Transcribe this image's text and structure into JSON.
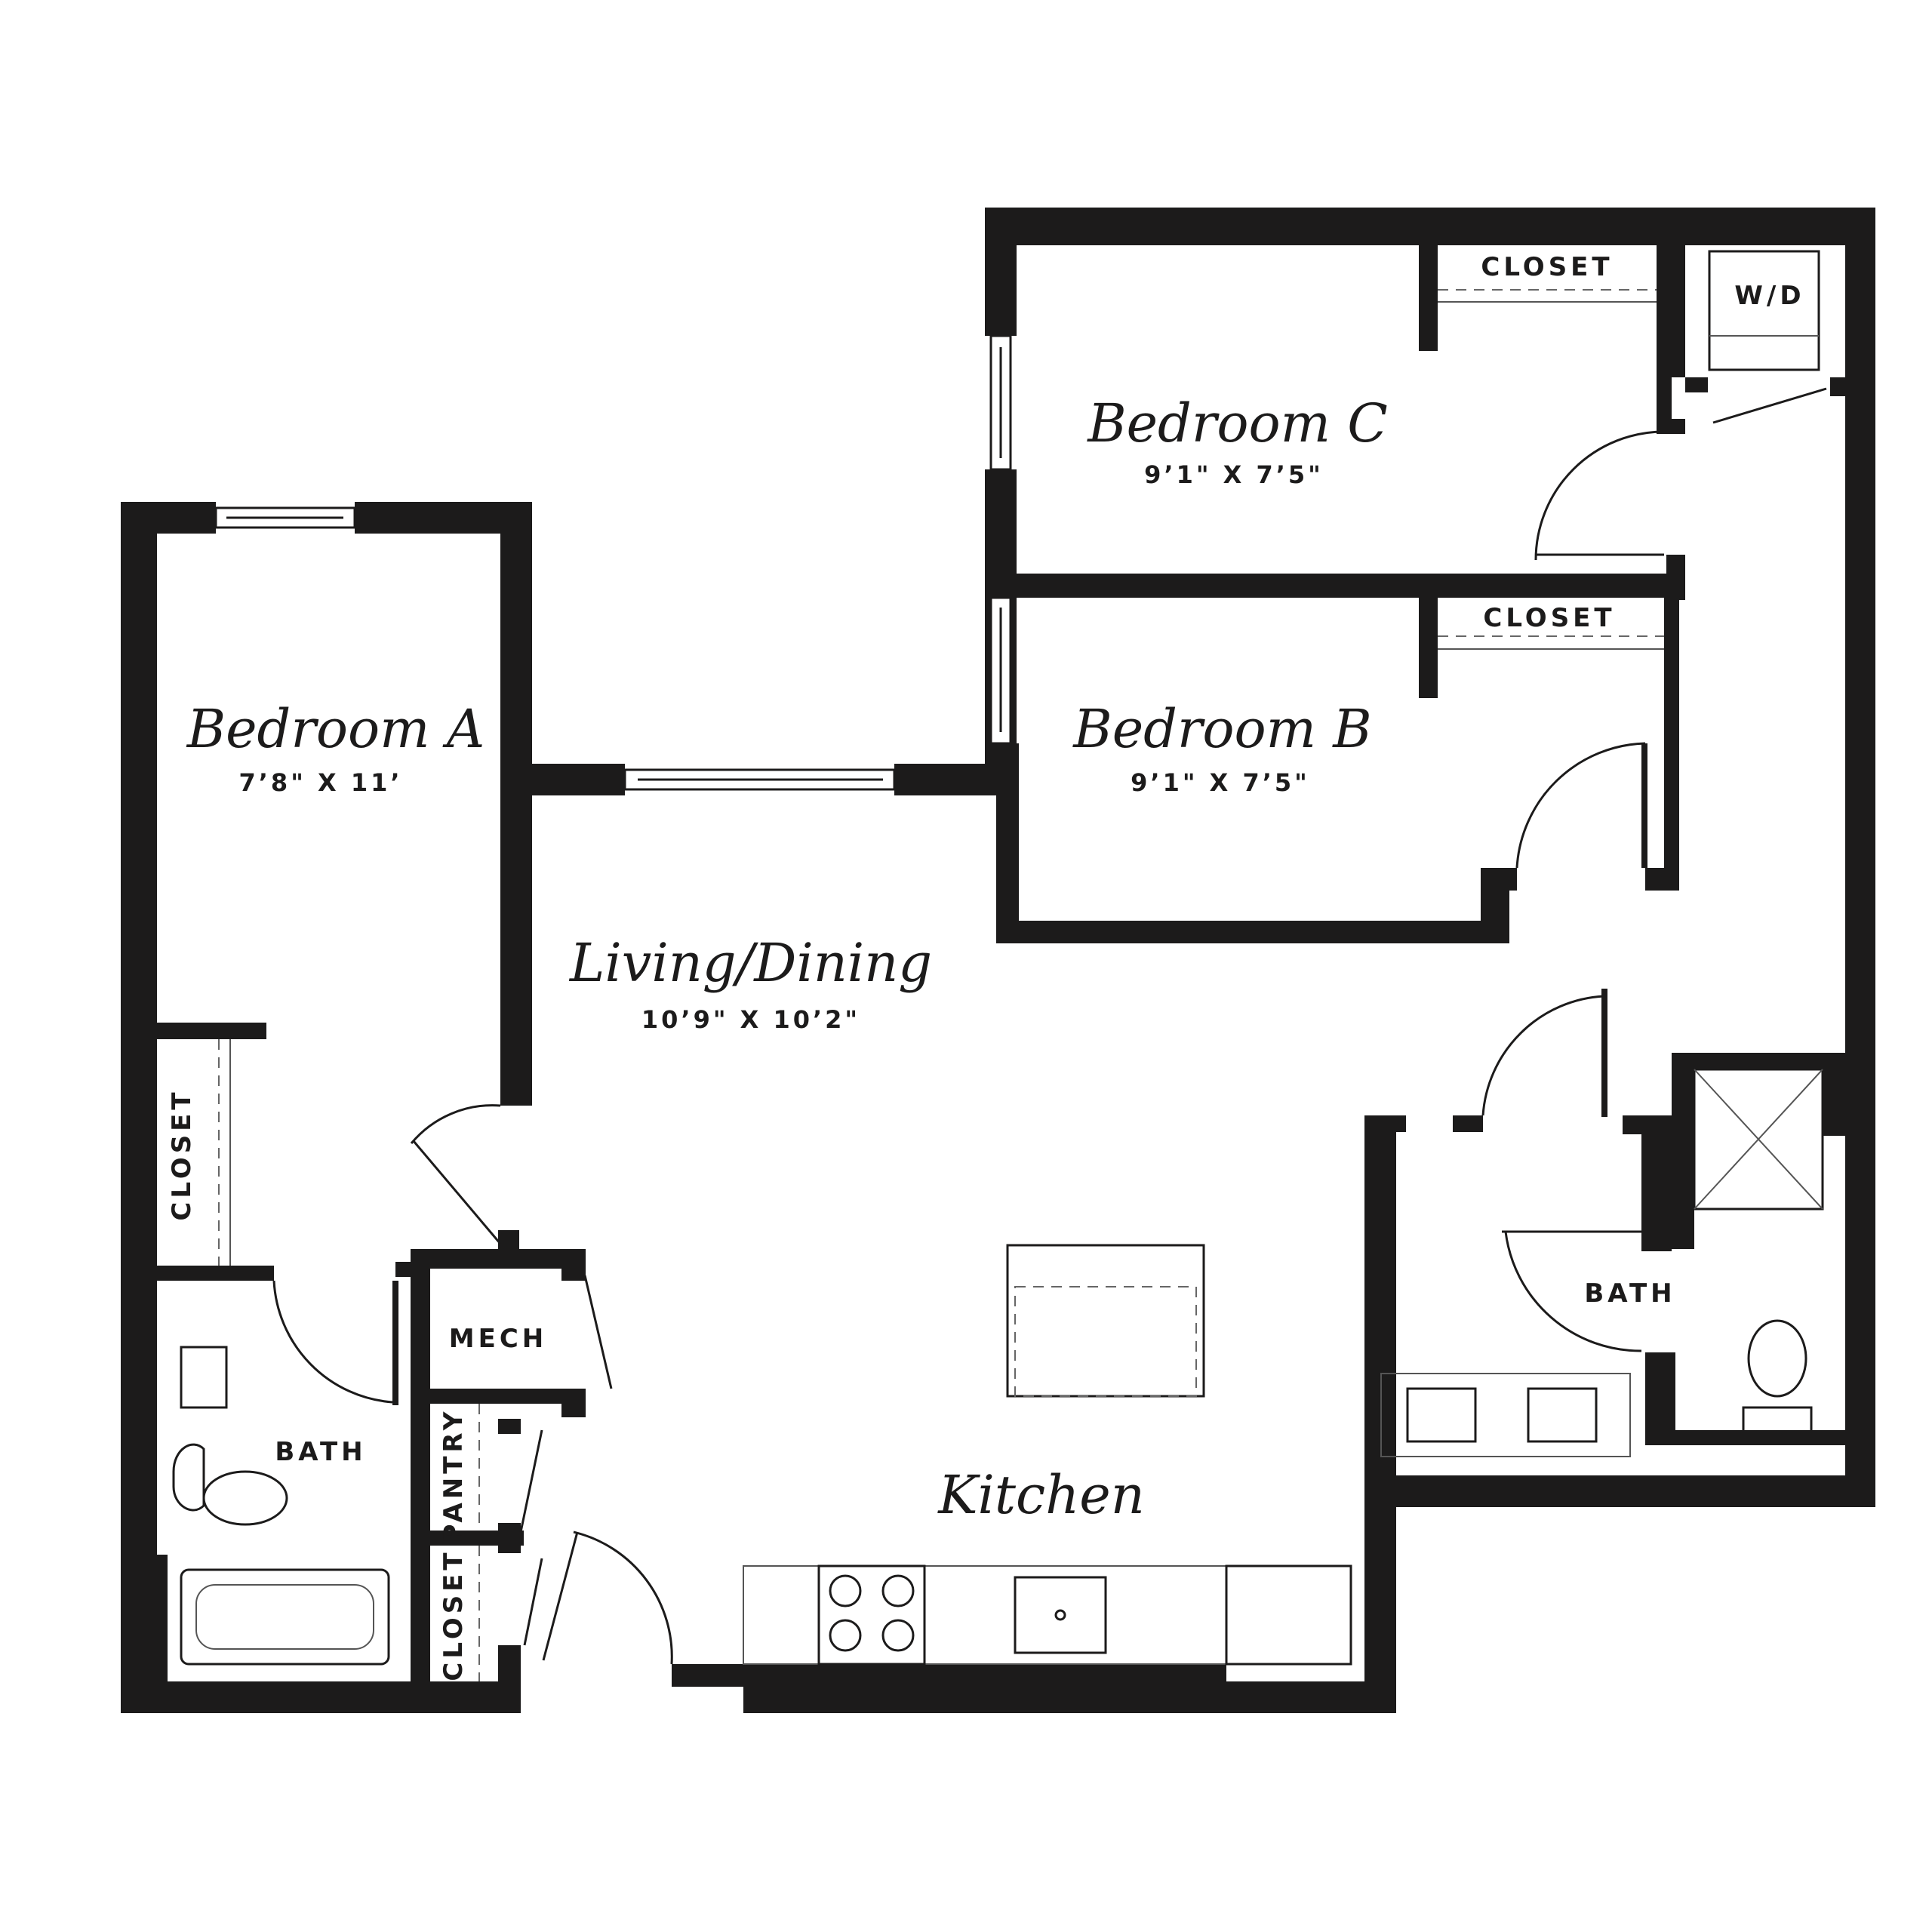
{
  "plan": {
    "rooms": {
      "bedroom_a": {
        "name": "Bedroom A",
        "dim": "7’8\" X 11’"
      },
      "bedroom_b": {
        "name": "Bedroom B",
        "dim": "9’1\" X 7’5\""
      },
      "bedroom_c": {
        "name": "Bedroom C",
        "dim": "9’1\" X 7’5\""
      },
      "living": {
        "name": "Living/Dining",
        "dim": "10’9\" X 10’2\""
      },
      "kitchen": {
        "name": "Kitchen"
      }
    },
    "labels": {
      "closet_a": "CLOSET",
      "closet_b": "CLOSET",
      "closet_c": "CLOSET",
      "closet_entry": "CLOSET",
      "wd": "W/D",
      "mech": "MECH",
      "pantry": "PANTRY",
      "bath_a": "BATH",
      "bath_main": "BATH"
    },
    "colors": {
      "wall": "#1c1b1b",
      "background": "#ffffff"
    }
  }
}
